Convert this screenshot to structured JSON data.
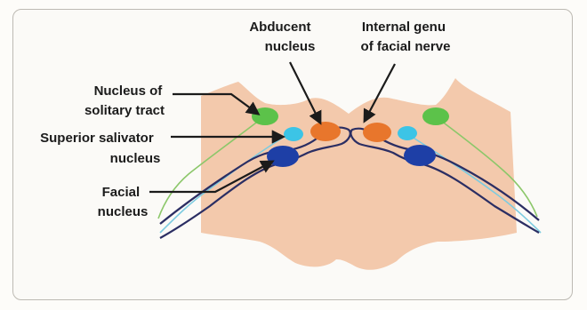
{
  "labels": {
    "abducent_nucleus": [
      "Abducent",
      "nucleus"
    ],
    "internal_genu": [
      "Internal genu",
      "of facial nerve"
    ],
    "solitary_tract": [
      "Nucleus of",
      "solitary tract"
    ],
    "superior_salivator": [
      "Superior salivator",
      "nucleus"
    ],
    "facial_nucleus": [
      "Facial",
      "nucleus"
    ]
  },
  "colors": {
    "brainstem": "#f3c9ac",
    "solitary_nucleus": "#5cc24a",
    "salivatory_nucleus": "#3cc4e6",
    "abducent_nucleus": "#e8762c",
    "facial_nucleus": "#1e3fa6",
    "facial_nerve": "#2b2e63",
    "green_fiber": "#8cc76a",
    "blue_fiber": "#7ccbe0"
  },
  "icons": {
    "pointer": "leader-line-arrow"
  }
}
